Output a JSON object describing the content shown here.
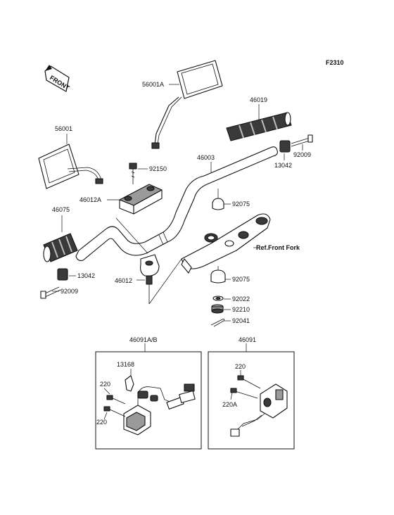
{
  "figure_code": "F2310",
  "front_label": "FRONT",
  "labels": {
    "p56001A": "56001A",
    "p46019": "46019",
    "p56001": "56001",
    "p46003": "46003",
    "p92009_top": "92009",
    "p13042_top": "13042",
    "p92150": "92150",
    "p46012A": "46012A",
    "p92075_top": "92075",
    "p46075": "46075",
    "ref_front_fork": "Ref.Front Fork",
    "p13042_bot": "13042",
    "p92009_bot": "92009",
    "p46012": "46012",
    "p92075_bot": "92075",
    "p92022": "92022",
    "p92210": "92210",
    "p92041": "92041",
    "p46091AB": "46091A/B",
    "p46091": "46091",
    "p13168": "13168",
    "p220_a": "220",
    "p220_b": "220",
    "p220_c": "220",
    "p220A": "220A"
  }
}
